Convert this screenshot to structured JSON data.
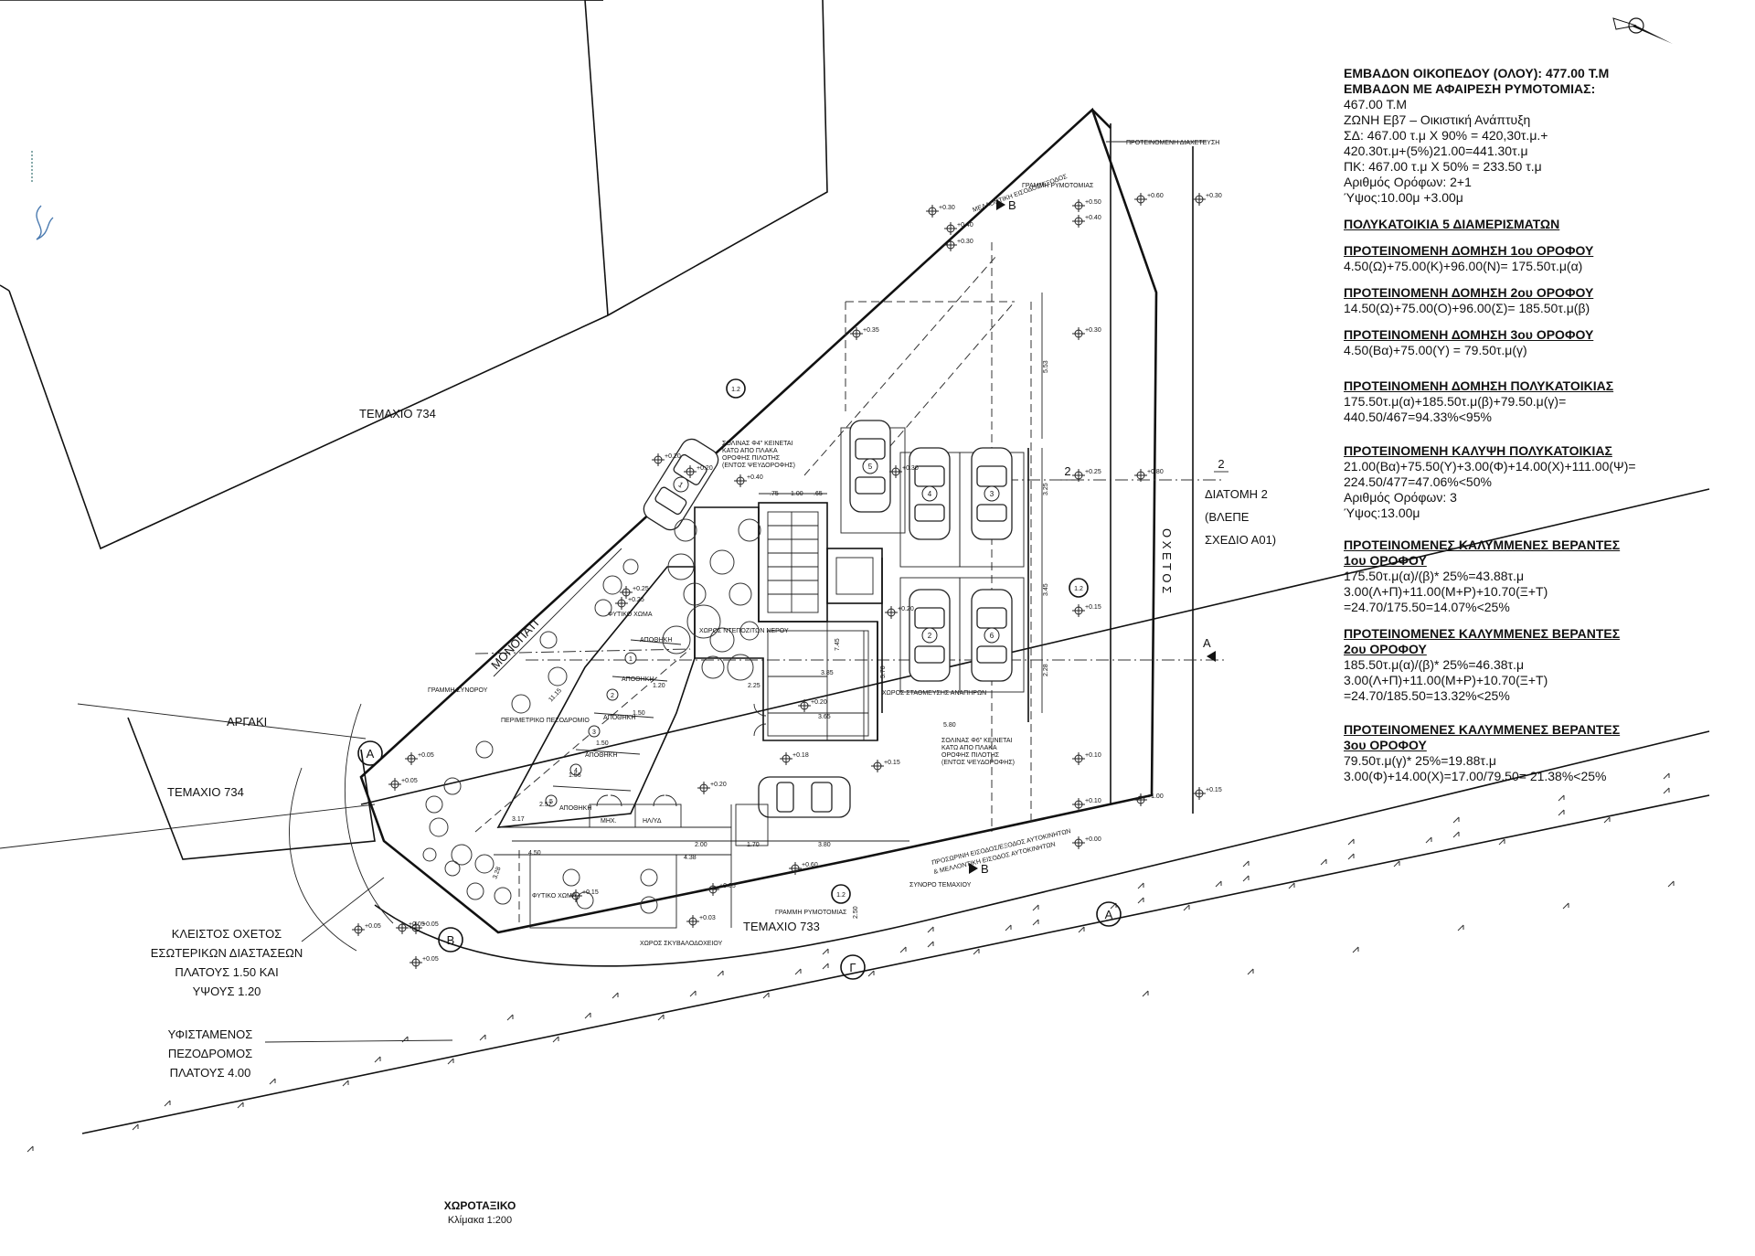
{
  "notes": {
    "plot_area": "ΕΜΒΑΔΟΝ ΟΙΚΟΠΕΔΟΥ (ΟΛΟΥ): 477.00  Τ.Μ",
    "area_after_cut_title": "ΕΜΒΑΔΟΝ ΜΕ ΑΦΑΙΡΕΣΗ ΡΥΜΟΤΟΜΙΑΣ:",
    "area_after_cut_value": "467.00  Τ.Μ",
    "zone": "ΖΩΝΗ Εβ7  –  Οικιστική Ανάπτυξη",
    "sd_line1": "ΣΔ: 467.00  τ.μ Χ 90% = 420,30τ.μ.+",
    "sd_line2": "420.30τ.μ+(5%)21.00=441.30τ.μ",
    "pk_line": "ΠΚ: 467.00  τ.μ Χ 50% = 233.50  τ.μ",
    "floors": "Αριθμός Ορόφων: 2+1",
    "height": "Ύψος:10.00μ +3.00μ",
    "building_type": "ΠΟΛΥΚΑΤΟΙΚΙΑ 5  ΔΙΑΜΕΡΙΣΜΑΤΩΝ",
    "floor1_title": "ΠΡΟΤΕΙΝΟΜΕΝΗ ΔΟΜΗΣΗ 1ου ΟΡΟΦΟΥ",
    "floor1_calc": "4.50(Ω)+75.00(Κ)+96.00(Ν)= 175.50τ.μ(α)",
    "floor2_title": "ΠΡΟΤΕΙΝΟΜΕΝΗ ΔΟΜΗΣΗ 2ου ΟΡΟΦΟΥ",
    "floor2_calc": "14.50(Ω)+75.00(Ο)+96.00(Σ)= 185.50τ.μ(β)",
    "floor3_title": "ΠΡΟΤΕΙΝΟΜΕΝΗ ΔΟΜΗΣΗ 3ου ΟΡΟΦΟΥ",
    "floor3_calc": "4.50(Βα)+75.00(Υ) = 79.50τ.μ(γ)",
    "total_title": "ΠΡΟΤΕΙΝΟΜΕΝΗ ΔΟΜΗΣΗ ΠΟΛΥΚΑΤΟΙΚΙΑΣ",
    "total_calc1": "175.50τ.μ(α)+185.50τ.μ(β)+79.50.μ(γ)=",
    "total_calc2": "440.50/467=94.33%<95%",
    "coverage_title": "ΠΡΟΤΕΙΝΟΜΕΝΗ ΚΑΛΥΨΗ ΠΟΛΥΚΑΤΟΙΚΙΑΣ",
    "coverage_calc1": "21.00(Βα)+75.50(Υ)+3.00(Φ)+14.00(Χ)+111.00(Ψ)=",
    "coverage_calc2": "224.50/477=47.06%<50%",
    "coverage_floors": "Αριθμός Ορόφων: 3",
    "coverage_height": "Ύψος:13.00μ",
    "ver1_title": "ΠΡΟΤΕΙΝΟΜΕΝΕΣ ΚΑΛΥΜΜΕΝΕΣ ΒΕΡΑΝΤΕΣ",
    "ver1_sub": "1ου ΟΡΟΦΟΥ",
    "ver1_calc1": "175.50τ.μ(α)/(β)* 25%=43.88τ.μ",
    "ver1_calc2": "3.00(Λ+Π)+11.00(Μ+Ρ)+10.70(Ξ+Τ)",
    "ver1_calc3": "=24.70/175.50=14.07%<25%",
    "ver2_title": "ΠΡΟΤΕΙΝΟΜΕΝΕΣ ΚΑΛΥΜΜΕΝΕΣ ΒΕΡΑΝΤΕΣ",
    "ver2_sub": "2ου ΟΡΟΦΟΥ",
    "ver2_calc1": "185.50τ.μ(α)/(β)* 25%=46.38τ.μ",
    "ver2_calc2": "3.00(Λ+Π)+11.00(Μ+Ρ)+10.70(Ξ+Τ)",
    "ver2_calc3": "=24.70/185.50=13.32%<25%",
    "ver3_title": "ΠΡΟΤΕΙΝΟΜΕΝΕΣ ΚΑΛΥΜΜΕΝΕΣ ΒΕΡΑΝΤΕΣ",
    "ver3_sub": "3ου ΟΡΟΦΟΥ",
    "ver3_calc1": "79.50τ.μ(γ)* 25%=19.88τ.μ",
    "ver3_calc2": "3.00(Φ)+14.00(Χ)=17.00/79.50= 21.38%<25%"
  },
  "plan": {
    "parcel_734_top": "ΤΕΜΑΧΙΟ 734",
    "parcel_734_left": "ΤΕΜΑΧΙΟ 734",
    "parcel_733": "ΤΕΜΑΧΙΟ 733",
    "stream": "ΑΡΓΑΚΙ",
    "footpath": "ΜΟΝΟΠΑΤΙ",
    "channel": "Ο Χ Ε Τ Ο Σ",
    "section_line1": "ΔΙΑΤΟΜΗ 2",
    "section_line2": "(ΒΛΕΠΕ",
    "section_line3": "ΣΧΕΔΙΟ Α01)",
    "culvert1": "ΚΛΕΙΣΤΟΣ ΟΧΕΤΟΣ",
    "culvert2": "ΕΣΩΤΕΡΙΚΩΝ ΔΙΑΣΤΑΣΕΩΝ",
    "culvert3": "ΠΛΑΤΟΥΣ 1.50 ΚΑΙ",
    "culvert4": "ΥΨΟΥΣ 1.20",
    "walkway1": "ΥΦΙΣΤΑΜΕΝΟΣ",
    "walkway2": "ΠΕΖΟΔΡΟΜΟΣ",
    "walkway3": "ΠΛΑΤΟΥΣ 4.00",
    "title": "ΧΩΡΟΤΑΞΙΚΟ",
    "scale": "Κλίμακα 1:200",
    "street_cut_line": "ΓΡΑΜΜΗ ΡΥΜΟΤΟΜΙΑΣ",
    "street_cut_line_bottom": "ΓΡΑΜΜΗ ΡΥΜΟΤΟΜΙΑΣ",
    "plot_boundary": "ΓΡΑΜΜΗ ΣΥΝΟΡΟΥ",
    "parcel_boundary": "ΣΥΝΟΡΟ ΤΕΜΑΧΙΟΥ",
    "proposed_channel": "ΠΡΟΤΕΙΝΟΜΕΝΗ ΔΙΑΧΕΤΕΥΣΗ",
    "parking_area": "ΧΩΡΟΣ ΣΤΑΘΜΕΥΣΗΣ ΑΝΑΠΗΡΩΝ",
    "water_tanks": "ΧΩΡΟΣ ΝΤΕΠΟΖΙΤΩΝ ΝΕΡΟΥ",
    "perimeter_walk": "ΠΕΡΙΜΕΤΡΙΚΟ ΠΕΖΟΔΡΟΜΙΟ",
    "planted_soil_1": "ΦΥΤΙΚΟ ΧΩΜΑ",
    "planted_soil_2": "ΦΥΤΙΚΟ ΧΩΜΑ",
    "storage_1": "ΑΠΟΘΗΚΗ",
    "storage_2": "ΑΠΟΘΗΚΗ",
    "storage_3": "ΑΠΟΘΗΚΗ",
    "storage_4": "ΑΠΟΘΗΚΗ",
    "storage_5": "ΑΠΟΘΗΚΗ",
    "meter_room": "ΜΗΧ.",
    "mech_room": "ΗΛ/ΥΔ",
    "refuse_area": "ΧΩΡΟΣ ΣΚΥΒΑΛΟΔΟΧΕΙΟΥ",
    "entrance_exit": "ΠΡΟΣΩΡΙΝΗ ΕΙΣΟΔΟΣ/ΕΞΟΔΟΣ ΑΥΤΟΚΙΝΗΤΩΝ",
    "entrance_exit_2": "& ΜΕΛΛΟΝΤΙΚΗ ΕΙΣΟΔΟΣ ΑΥΤΟΚΙΝΗΤΩΝ",
    "top_entrance": "ΜΕΛΛΟΝΤΙΚΗ ΕΙΣΟΔΟΣ/ΕΞΟΔΟΣ",
    "cantilever_1a": "ΣΟΛΙΝΑΣ Φ4\" ΚΕΙΝΕΤΑΙ",
    "cantilever_1b": "ΚΑΤΩ ΑΠΟ ΠΛΑΚΑ",
    "cantilever_1c": "ΟΡΟΦΗΣ ΠΙΛΟΤΗΣ",
    "cantilever_1d": "(ΕΝΤΟΣ ΨΕΥΔΟΡΟΦΗΣ)",
    "cantilever_2a": "ΣΟΛΙΝΑΣ Φ6\" ΚΕΙΝΕΤΑΙ",
    "cantilever_2b": "ΚΑΤΩ ΑΠΟ ΠΛΑΚΑ",
    "cantilever_2c": "ΟΡΟΦΗΣ ΠΙΛΟΤΗΣ",
    "cantilever_2d": "(ΕΝΤΟΣ ΨΕΥΔΟΡΟΦΗΣ)",
    "section_marker_num": "2",
    "section_marker_num2": "2",
    "marker_A": "A",
    "marker_B": "B",
    "marker_G": "Γ",
    "marker_A2": "A",
    "marker_12": "1.2",
    "marker_12b": "1.2",
    "marker_12c": "1.2",
    "letter_A_sec": "A",
    "letter_B_sec": "B",
    "letter_B_top": "B",
    "car_numbers": [
      "1",
      "2",
      "3",
      "4",
      "5",
      "6"
    ],
    "storage_numbers": [
      "1",
      "2",
      "3",
      "4",
      "5"
    ],
    "levels": {
      "l1": "+0.30",
      "l2": "+0.50",
      "l3": "+0.40",
      "l4": "+0.60",
      "l5": "+0.30",
      "l6": "+0.40",
      "l7": "+0.30",
      "l8": "+0.35",
      "l9": "+0.30",
      "l10": "+0.20",
      "l11": "+0.20",
      "l12": "+0.40",
      "l13": "+0.30",
      "l14": "+0.25",
      "l15": "+0.80",
      "l16": "+0.25",
      "l17": "+0.25",
      "l18": "+0.15",
      "l19": "+0.20",
      "l20": "+0.20",
      "l21": "+0.10",
      "l22": "+0.18",
      "l23": "+0.15",
      "l24": "+0.10",
      "l25": "+1.00",
      "l26": "+0.15",
      "l27": "+0.00",
      "l28": "+0.60",
      "l29": "+0.05",
      "l30": "+0.15",
      "l31": "+0.05",
      "l32": "+0.03",
      "l33": "+0.05",
      "l34": "+0.05",
      "l35": "+0.05",
      "l36": "+0.05",
      "l37": "+0.20",
      "l38": "+0.05"
    },
    "dims": {
      "d1": "5.53",
      "d2": "3.25",
      "d3": "3.45",
      "d4": "2.28",
      "d5": "5.80",
      "d6": "7.45",
      "d7": "5.70",
      "d8": "3.85",
      "d9": "3.65",
      "d10": "2.25",
      "d11": "2.00",
      "d12": "1.70",
      "d13": "3.80",
      "d14": "4.38",
      "d15": "11.15",
      "d16": ".75",
      "d17": "1.00",
      "d18": ".65",
      "d19": "2.50",
      "d20": "1.20",
      "d21": "1.50",
      "d22": "1.50",
      "d23": "1.56",
      "d24": "2.57",
      "d25": "3.17",
      "d26": "3.28",
      "d27": "4.50"
    }
  }
}
